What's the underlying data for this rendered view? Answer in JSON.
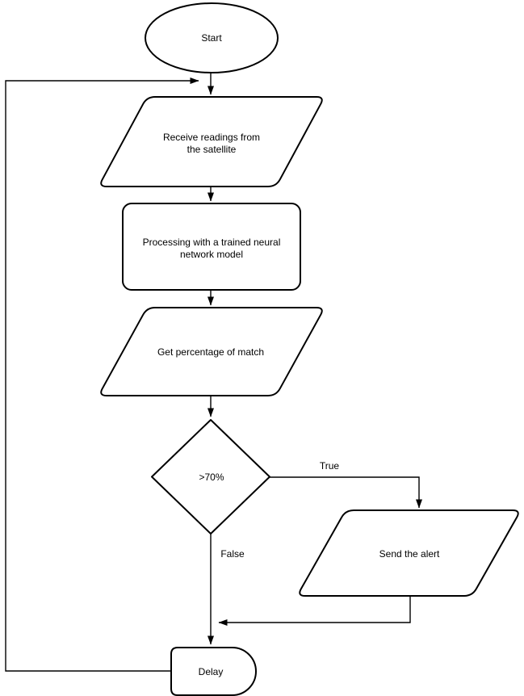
{
  "diagram": {
    "type": "flowchart",
    "colors": {
      "background": "#ffffff",
      "shape_fill": "#ffffff",
      "stroke": "#000000",
      "text": "#000000"
    },
    "nodes": {
      "start": {
        "shape": "ellipse",
        "label": "Start"
      },
      "receive_readings": {
        "shape": "parallelogram",
        "line1": "Receive readings from",
        "line2": "the satellite"
      },
      "processing": {
        "shape": "rounded-rectangle",
        "line1": "Processing with a trained neural",
        "line2": "network model"
      },
      "get_percentage": {
        "shape": "parallelogram",
        "label": "Get percentage of match"
      },
      "decision": {
        "shape": "diamond",
        "label": ">70%"
      },
      "send_alert": {
        "shape": "parallelogram",
        "label": "Send the alert"
      },
      "delay": {
        "shape": "delay",
        "label": "Delay"
      }
    },
    "edge_labels": {
      "true_branch": "True",
      "false_branch": "False"
    }
  }
}
